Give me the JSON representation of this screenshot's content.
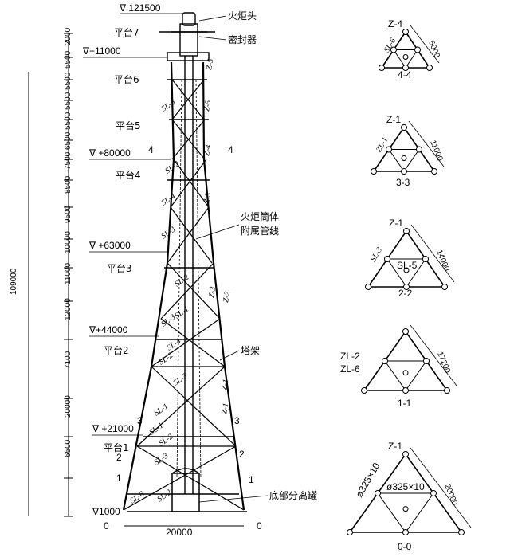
{
  "elevations": {
    "top": "∇ 121500",
    "e110": "∇+11000",
    "e80": "∇ +80000",
    "e63": "∇ +63000",
    "e44": "∇+44000",
    "e21": "∇ +21000",
    "e1": "∇1000"
  },
  "platforms": [
    "平台7",
    "平台6",
    "平台5",
    "平台4",
    "平台3",
    "平台2",
    "平台1"
  ],
  "callouts": {
    "torch_head": "火炬头",
    "seal": "密封器",
    "torch_pipe": "火炬筒体",
    "attached_pipe": "附属管线",
    "frame": "塔架",
    "separator": "底部分离罐"
  },
  "total_height": "109000",
  "dims_left": [
    "2000",
    "5500",
    "5500",
    "5500",
    "5500",
    "6500",
    "7500",
    "8500",
    "9500",
    "10000",
    "11000",
    "12000",
    "7100",
    "20000",
    "6500"
  ],
  "base_width": "20000",
  "zero": "0",
  "section_cuts": [
    "4",
    "4",
    "3",
    "3",
    "2",
    "2",
    "1",
    "1"
  ],
  "members": [
    "SL-3",
    "SL-2",
    "SL-4",
    "SL-3",
    "SL-2",
    "SL-1",
    "SL-3",
    "SL-4",
    "SL-2",
    "SL-3",
    "SL-1",
    "SL-1",
    "SL-2",
    "SL-3",
    "SL-6",
    "SL-2"
  ],
  "legs": [
    "Z-5",
    "Z-5",
    "Z-4",
    "Z-3",
    "Z-3",
    "Z-2",
    "Z-1",
    "Z-1"
  ],
  "sections": [
    {
      "title": "4-4",
      "leg": "Z-4",
      "member": "SL-6",
      "dim": "5000"
    },
    {
      "title": "3-3",
      "leg": "Z-1",
      "member": "ZL-1",
      "dim": "11000"
    },
    {
      "title": "2-2",
      "leg": "Z-1",
      "member": "SL-3",
      "inner": "SL-5",
      "dim": "14000"
    },
    {
      "title": "1-1",
      "leg1": "ZL-2",
      "leg2": "ZL-6",
      "dim": "17200"
    },
    {
      "title": "0-0",
      "leg": "Z-1",
      "pipe1": "ø325×10",
      "pipe2": "ø325×10",
      "dim": "20000"
    }
  ]
}
